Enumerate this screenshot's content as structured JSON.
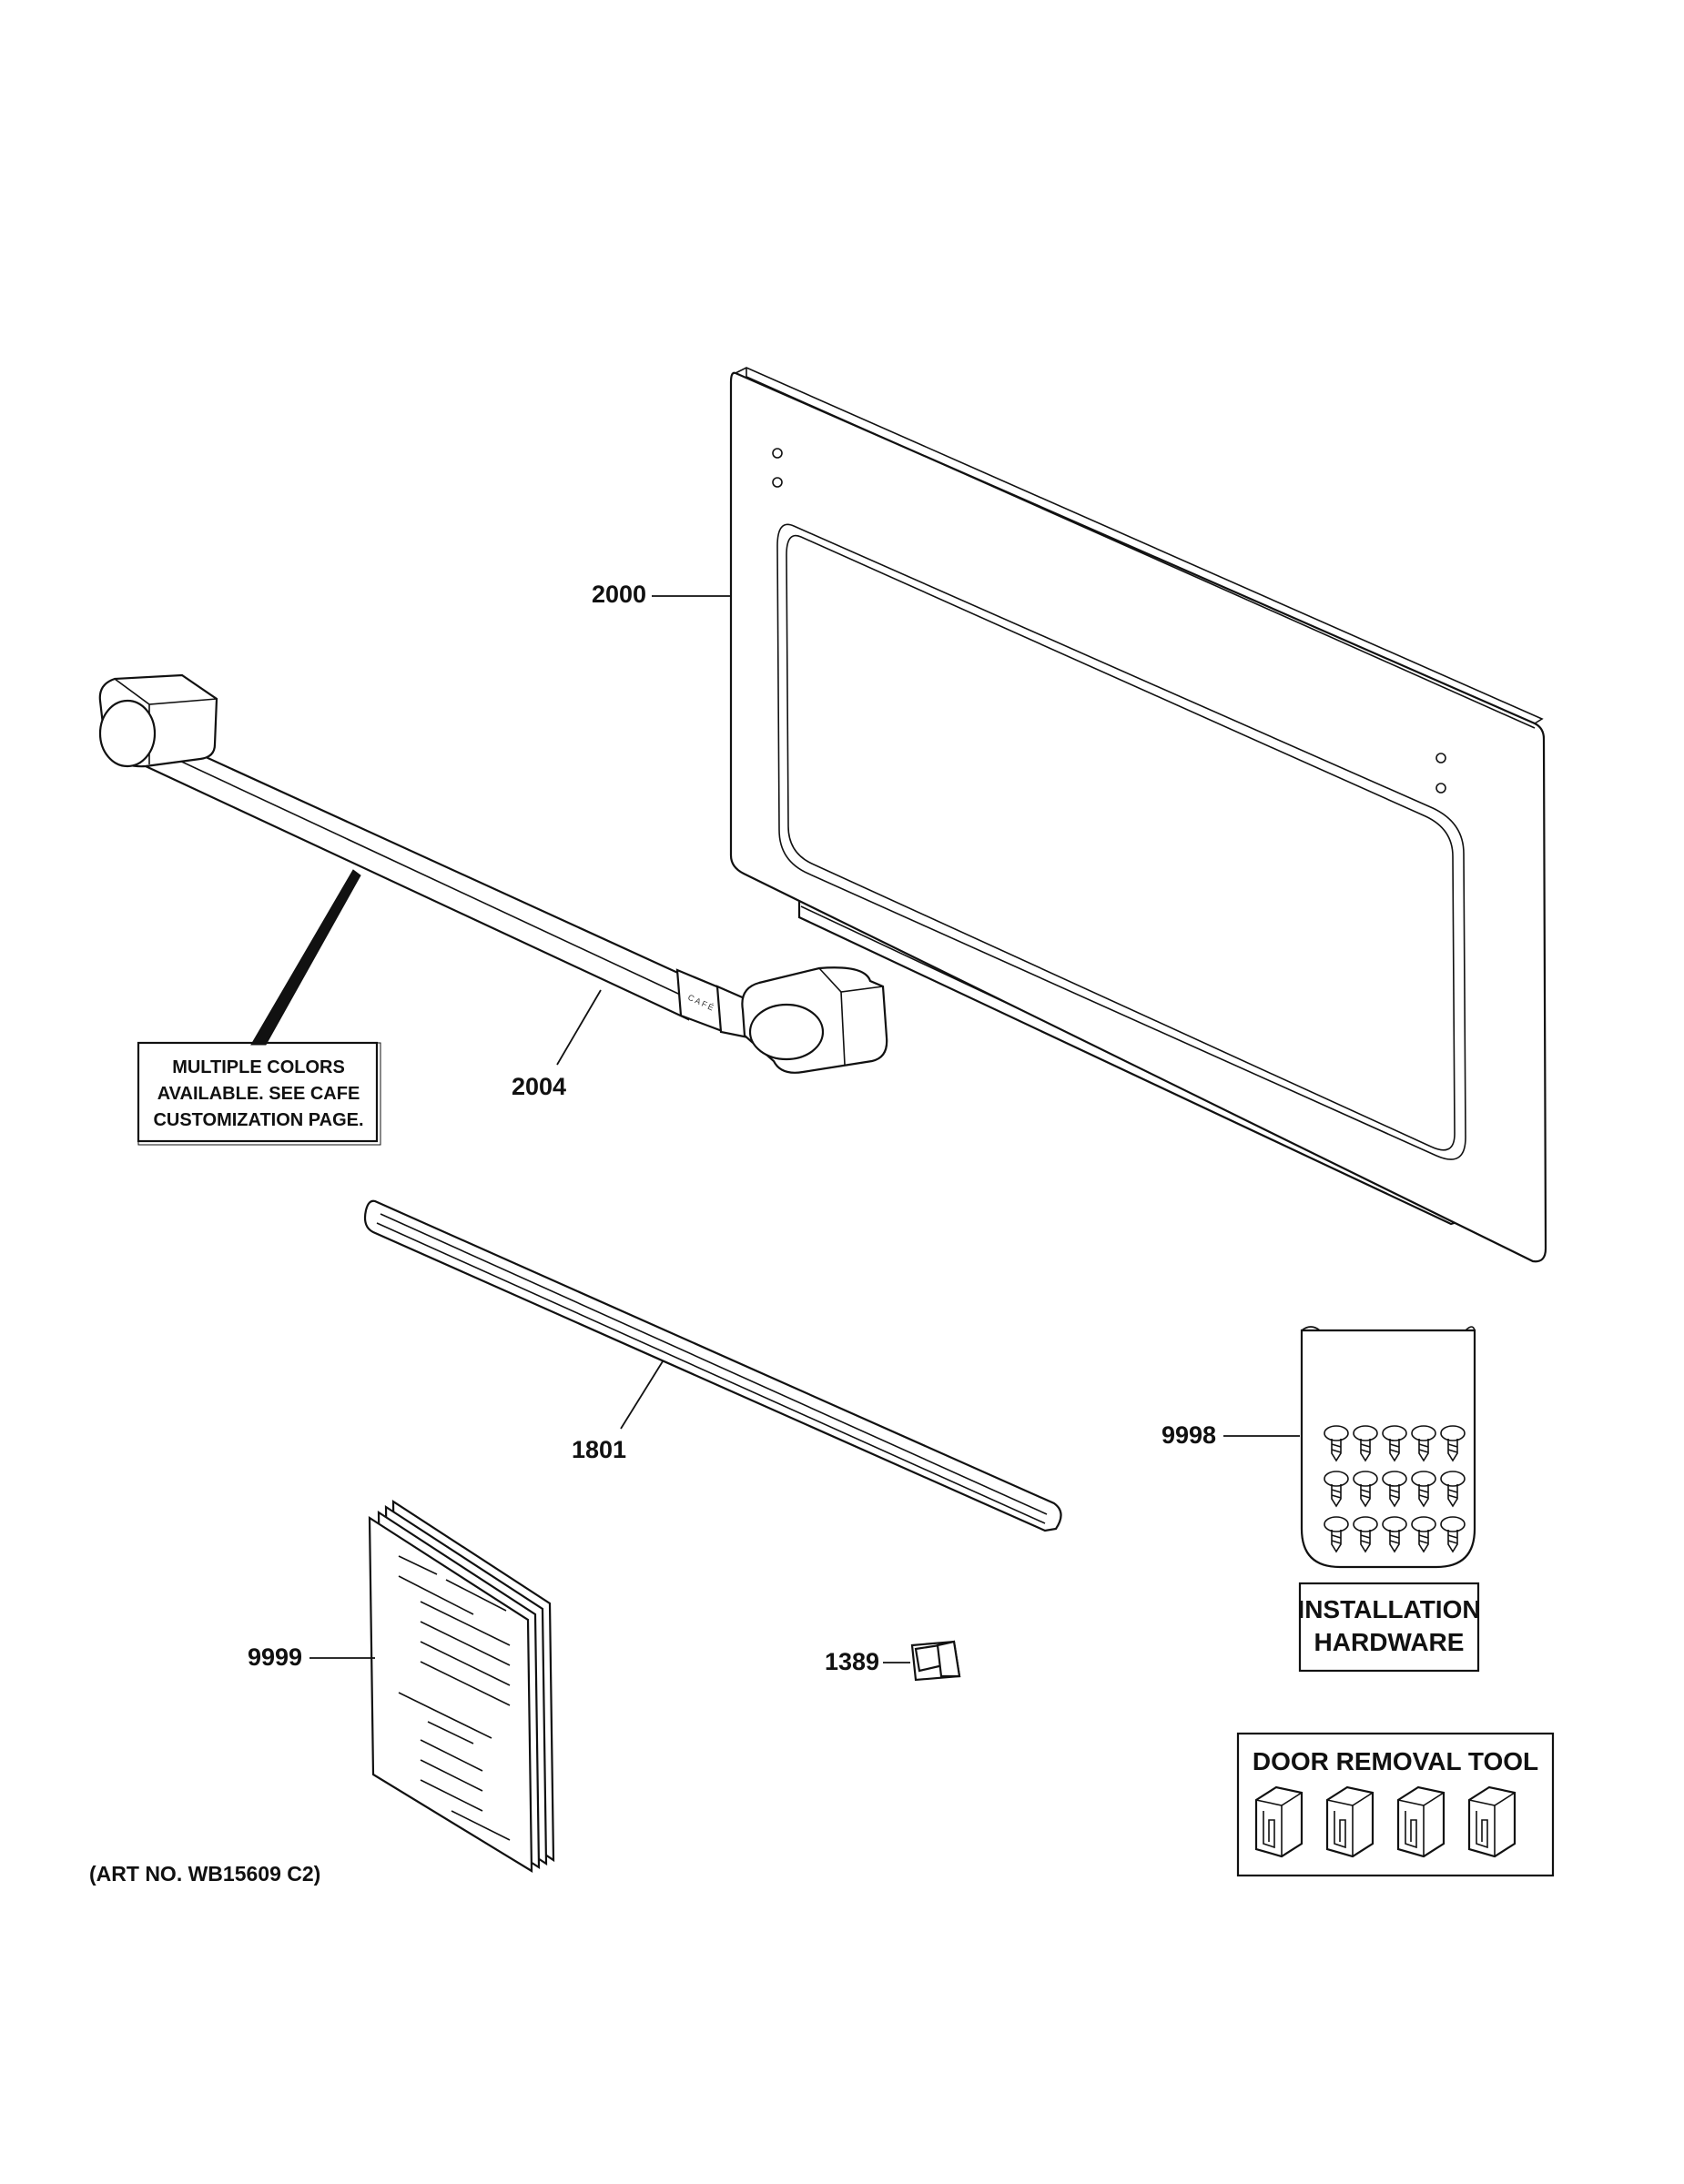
{
  "callouts": {
    "door_panel": "2000",
    "handle": "2004",
    "trim_strip": "1801",
    "hardware_kit": "9998",
    "manual": "9999",
    "clip": "1389"
  },
  "notes": {
    "colors_line1": "MULTIPLE COLORS",
    "colors_line2": "AVAILABLE. SEE CAFE",
    "colors_line3": "CUSTOMIZATION PAGE."
  },
  "boxes": {
    "installation_line1": "INSTALLATION",
    "installation_line2": "HARDWARE",
    "door_removal_tool": "DOOR REMOVAL TOOL"
  },
  "handle_brand": "CAFÉ",
  "art_number": "(ART NO. WB15609 C2)"
}
